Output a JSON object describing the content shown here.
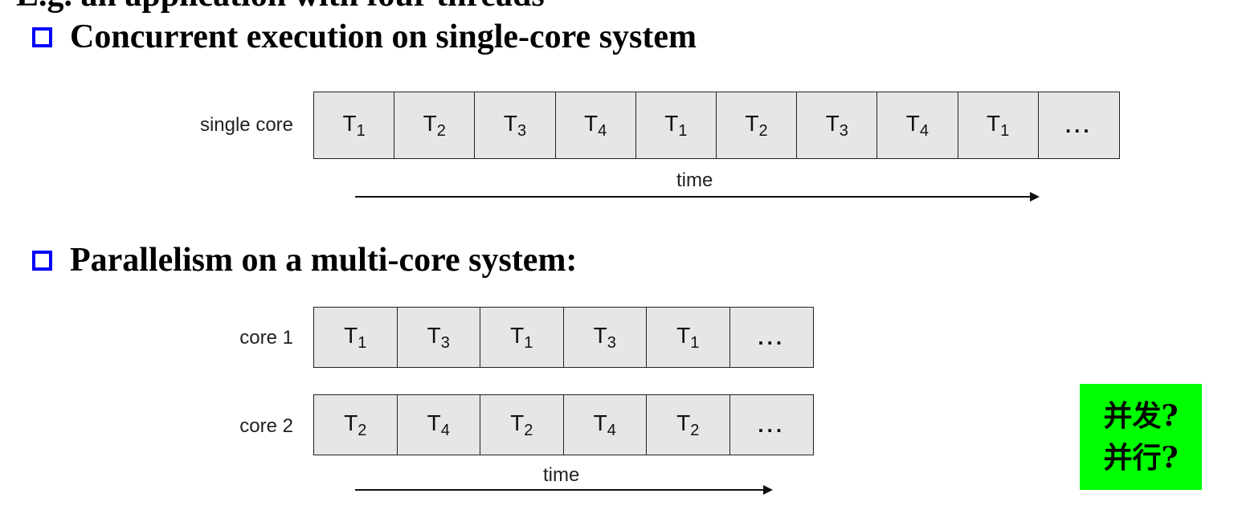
{
  "top_heading_partial": "E.g. an application with four threads",
  "sections": [
    {
      "heading": "Concurrent execution on single-core system",
      "rows": [
        {
          "label": "single core",
          "cells": [
            "T1",
            "T2",
            "T3",
            "T4",
            "T1",
            "T2",
            "T3",
            "T4",
            "T1",
            "..."
          ]
        }
      ],
      "time_label": "time"
    },
    {
      "heading": "Parallelism on a multi-core system:",
      "rows": [
        {
          "label": "core 1",
          "cells": [
            "T1",
            "T3",
            "T1",
            "T3",
            "T1",
            "..."
          ]
        },
        {
          "label": "core 2",
          "cells": [
            "T2",
            "T4",
            "T2",
            "T4",
            "T2",
            "..."
          ]
        }
      ],
      "time_label": "time"
    }
  ],
  "question_box": {
    "line1": "并发?",
    "line2": "并行?",
    "color": "#00ff00"
  },
  "colors": {
    "bullet": "#0000ff",
    "cell_fill": "#e6e6e6"
  }
}
